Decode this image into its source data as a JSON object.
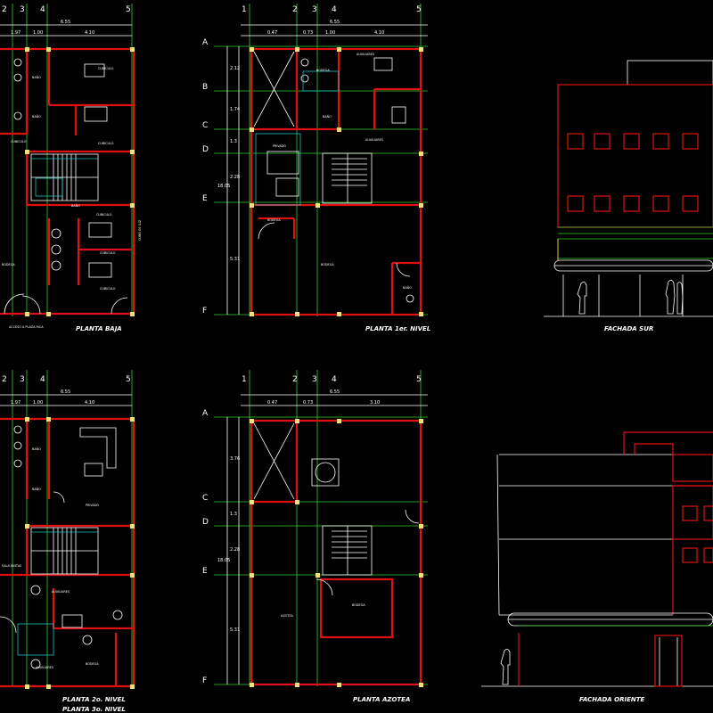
{
  "sheet": {
    "grid_cols": [
      "2",
      "3",
      "4",
      "5",
      "1",
      "2",
      "3",
      "4",
      "5",
      "2",
      "3",
      "4",
      "5",
      "1",
      "2",
      "3",
      "4",
      "5"
    ],
    "grid_rows_top": [
      "A",
      "B",
      "C",
      "D",
      "E",
      "F"
    ],
    "grid_rows_bottom": [
      "A",
      "C",
      "D",
      "E",
      "F"
    ]
  },
  "plans": {
    "baja": {
      "title": "PLANTA BAJA",
      "dim_total": "6.55",
      "dims": [
        "1.97",
        "1.00",
        "4.10"
      ],
      "side_label": "CUBO DE LUZ",
      "rooms": [
        "CUBICULO",
        "BAÑO",
        "BAÑO",
        "CUBICULO",
        "CUBICULO",
        "CUBICULO",
        "BAÑO",
        "CUBICULO",
        "CUBICULO",
        "BODEGA",
        "ACCESO A PLAZA RICA"
      ]
    },
    "primer": {
      "title": "PLANTA 1er. NIVEL",
      "dim_total": "6.55",
      "dims": [
        "0.47",
        "0.73",
        "1.00",
        "4.10"
      ],
      "row_dims": [
        "2.12",
        "1.74",
        "1.3",
        "2.28",
        "18.05",
        "5.31"
      ],
      "rooms": [
        "AUXILIARES",
        "BODEGA",
        "BAÑO",
        "AUXILIARES",
        "PRIVADO",
        "BODEGA",
        "BODEGA",
        "BAÑO"
      ]
    },
    "segundo": {
      "title": "PLANTA 2o. NIVEL",
      "title2": "PLANTA 3o. NIVEL",
      "dim_total": "6.55",
      "dims": [
        "1.97",
        "1.00",
        "4.10"
      ],
      "rooms": [
        "BAÑO",
        "BAÑO",
        "PRIVADO",
        "SALA JUNTAS",
        "AUXILIARES",
        "AUXILIARES",
        "BODEGA"
      ]
    },
    "azotea": {
      "title": "PLANTA AZOTEA",
      "dim_total": "6.55",
      "dims": [
        "0.47",
        "0.73",
        "3.10"
      ],
      "row_dims": [
        "3.76",
        "1.3",
        "2.28",
        "18.05",
        "5.31"
      ],
      "rooms": [
        "AZOTEA",
        "BODEGA"
      ]
    }
  },
  "elevations": {
    "sur": {
      "title": "FACHADA SUR"
    },
    "oriente": {
      "title": "FACHADA ORIENTE"
    }
  },
  "colors": {
    "background": "#000000",
    "walls": "#e01010",
    "lines": "#ffffff",
    "green": "#30d030",
    "cyan": "#20c0c0",
    "yellow": "#e0d020"
  }
}
